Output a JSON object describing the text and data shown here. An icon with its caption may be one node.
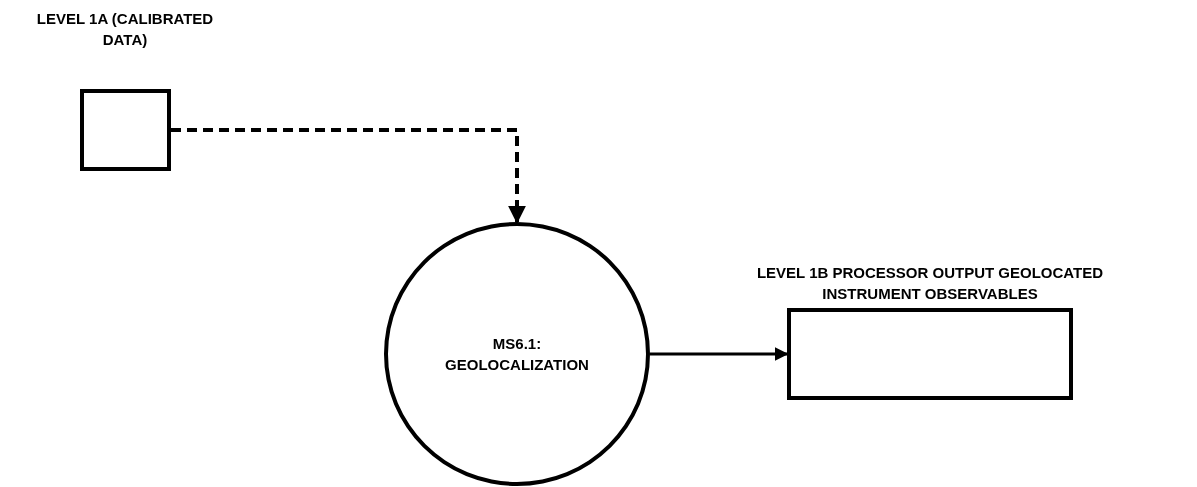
{
  "diagram": {
    "nodes": [
      {
        "text": [
          "LEVEL 1A (CALIBRATED DATA)"
        ]
      },
      {
        "text": [
          "MS6.1: GEOLOCALIZATION"
        ]
      },
      {
        "text": [
          "LEVEL 1B PROCESSOR OUTPUT GEOLOCATED INSTRUMENT OBSERVABLES"
        ]
      }
    ],
    "edges": [
      {
        "from": 0,
        "to": 1,
        "arrow": "to",
        "style": "dashed"
      },
      {
        "from": 1,
        "to": 2,
        "arrow": "to"
      }
    ]
  }
}
